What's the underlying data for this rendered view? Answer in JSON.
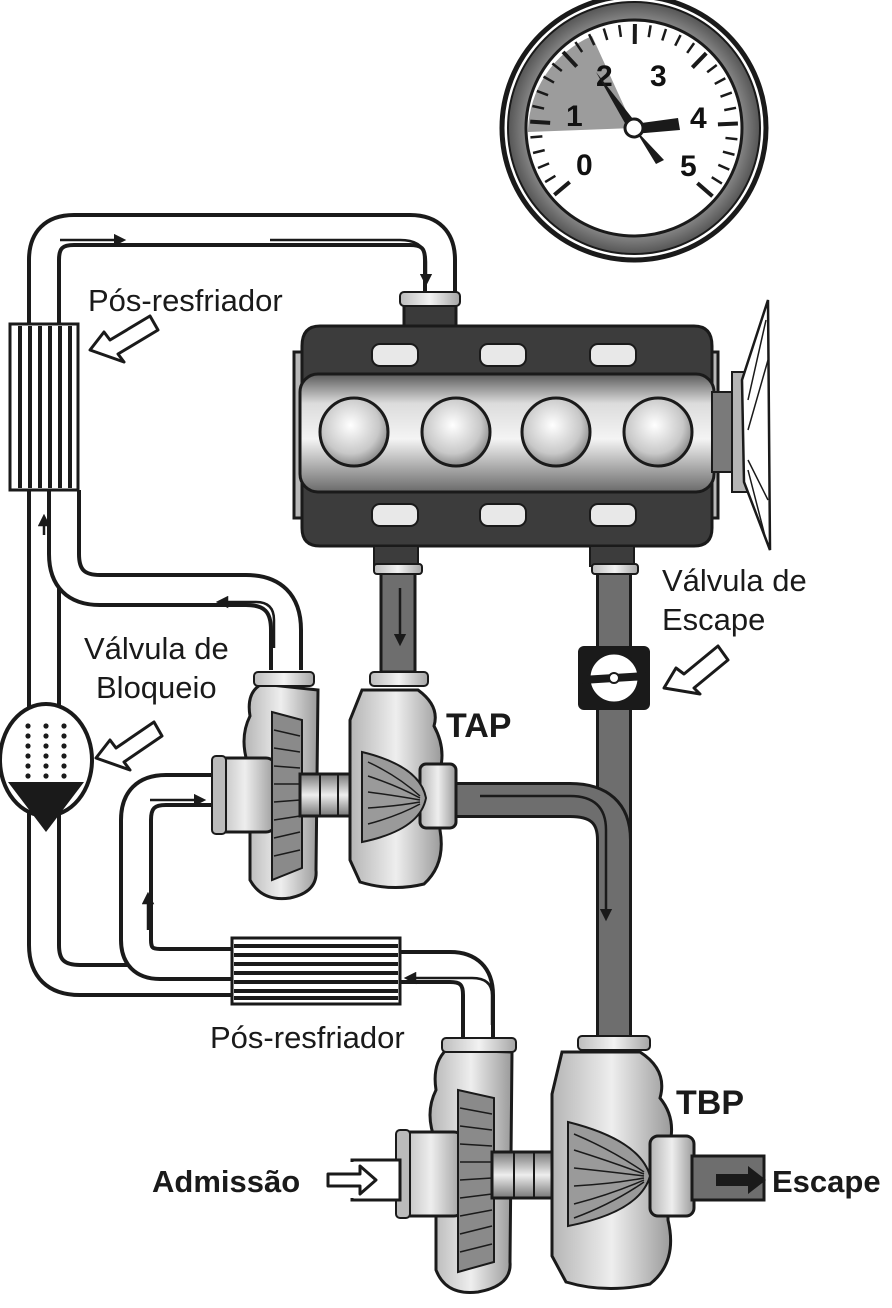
{
  "labels": {
    "aftercooler_top": "Pós-resfriador",
    "aftercooler_bottom": "Pós-resfriador",
    "exhaust_valve_line1": "Válvula de",
    "exhaust_valve_line2": "Escape",
    "blocking_valve_line1": "Válvula de",
    "blocking_valve_line2": "Bloqueio",
    "high_pressure_turbo": "TAP",
    "low_pressure_turbo": "TBP",
    "intake": "Admissão",
    "exhaust": "Escape"
  },
  "gauge": {
    "scale": [
      "0",
      "1",
      "2",
      "3",
      "4",
      "5"
    ]
  },
  "colors": {
    "ink": "#1a1a1a",
    "dark_gray": "#555555",
    "mid_gray": "#8c8c8c",
    "light_gray": "#cfcfcf",
    "highlight": "#f2f2f2"
  }
}
